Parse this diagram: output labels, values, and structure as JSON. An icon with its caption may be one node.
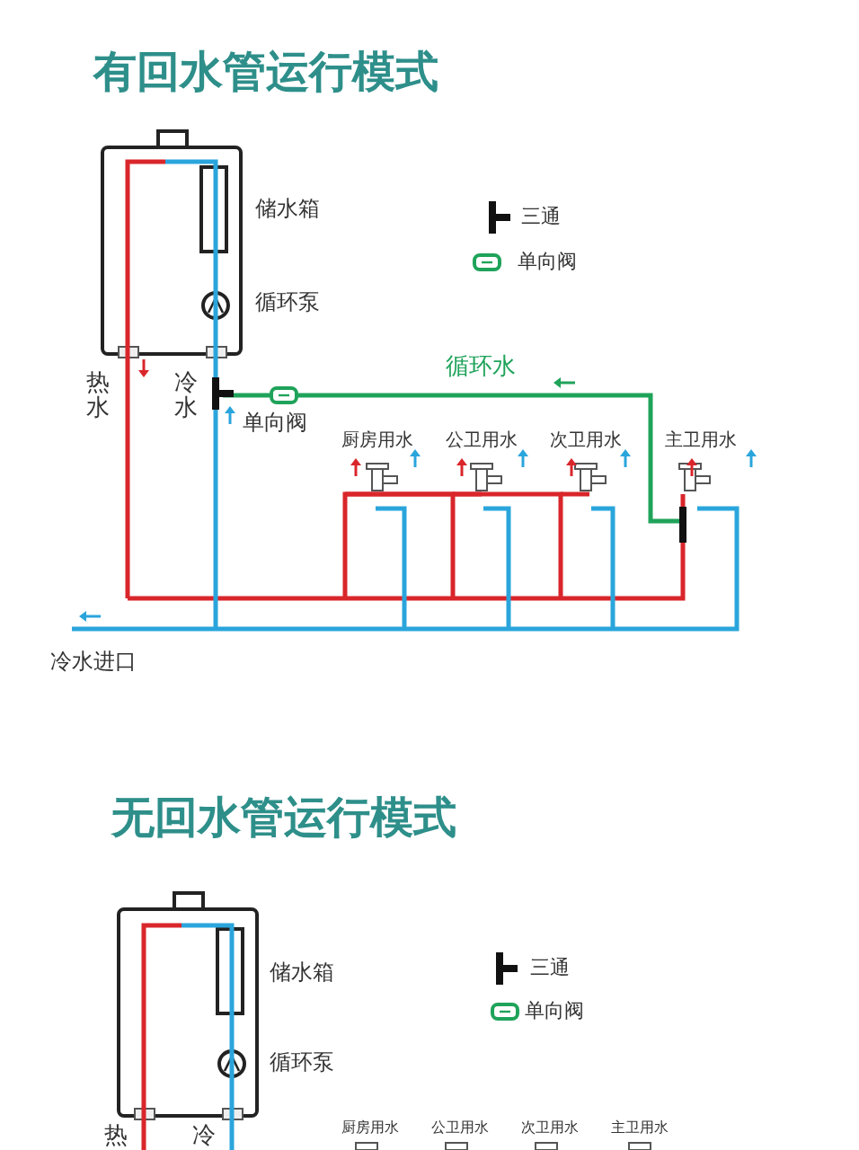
{
  "diagram": {
    "title": "有回水管运行模式",
    "labels": [
      "储水箱",
      "循环泵",
      "热水",
      "冷水",
      "循环水",
      "单向阀",
      "厨房用水",
      "公卫用水",
      "次卫用水",
      "主卫用水",
      "冷水进口",
      "无回水管运行模式",
      "储水箱",
      "循环泵",
      "厨房用水",
      "公卫用水",
      "次卫用水",
      "主卫用水",
      "热",
      "冷"
    ],
    "legend": [
      {
        "text": "三通"
      },
      {
        "text": "单向阀"
      },
      {
        "text": "三通"
      },
      {
        "text": "单向阀"
      }
    ]
  }
}
